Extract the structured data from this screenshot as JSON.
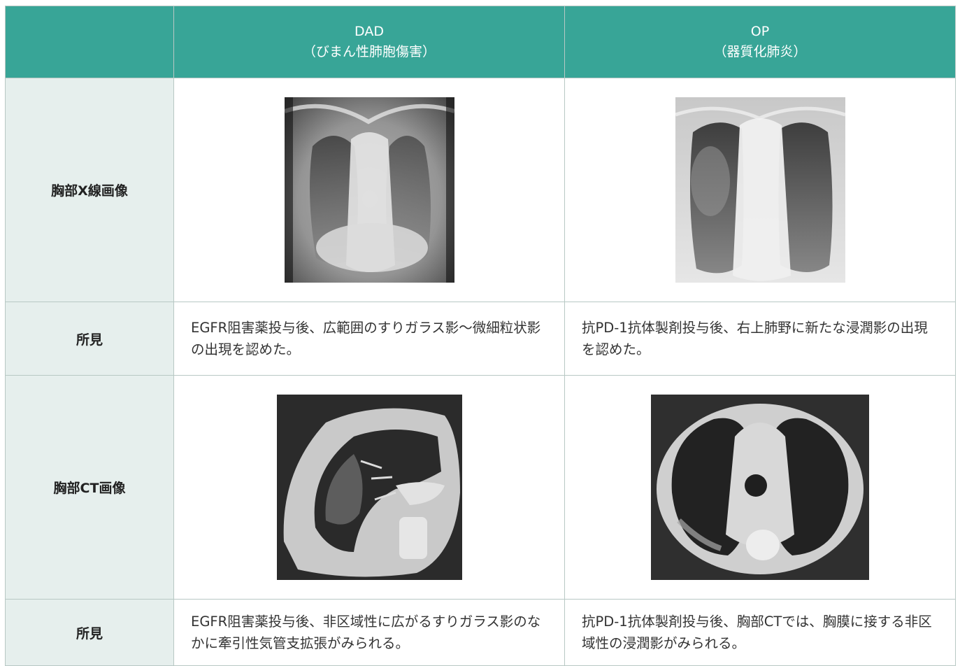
{
  "header": {
    "col1_line1": "DAD",
    "col1_line2": "（びまん性肺胞傷害）",
    "col2_line1": "OP",
    "col2_line2": "（器質化肺炎）"
  },
  "rows": [
    {
      "label": "胸部X線画像"
    },
    {
      "label": "所見",
      "dad_text": "EGFR阻害薬投与後、広範囲のすりガラス影〜微細粒状影の出現を認めた。",
      "op_text": "抗PD-1抗体製剤投与後、右上肺野に新たな浸潤影の出現を認めた。"
    },
    {
      "label": "胸部CT画像"
    },
    {
      "label": "所見",
      "dad_text": "EGFR阻害薬投与後、非区域性に広がるすりガラス影のなかに牽引性気管支拡張がみられる。",
      "op_text": "抗PD-1抗体製剤投与後、胸部CTでは、胸膜に接する非区域性の浸潤影がみられる。"
    }
  ],
  "colors": {
    "header_bg": "#38a597",
    "label_bg": "#e6efed",
    "border": "#b8c8c4"
  }
}
